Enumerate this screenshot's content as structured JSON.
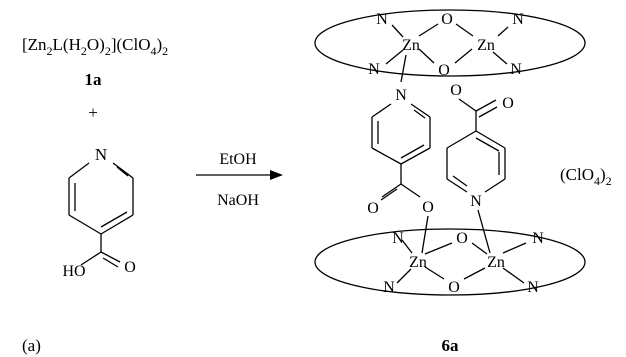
{
  "reactant": {
    "formula_parts": [
      "[Zn",
      "2",
      "L(H",
      "2",
      "O)",
      "2",
      "](ClO",
      "4",
      ")",
      "2"
    ],
    "label": "1a",
    "plus": "+"
  },
  "ligand": {
    "n": "N",
    "o": "O",
    "ho": "HO"
  },
  "arrow": {
    "above": "EtOH",
    "below": "NaOH"
  },
  "product": {
    "label": "6a",
    "counterion_parts": [
      "(ClO",
      "4",
      ")",
      "2"
    ],
    "atoms": {
      "zn": "Zn",
      "o": "O",
      "n": "N"
    }
  },
  "panel_label": "(a)"
}
